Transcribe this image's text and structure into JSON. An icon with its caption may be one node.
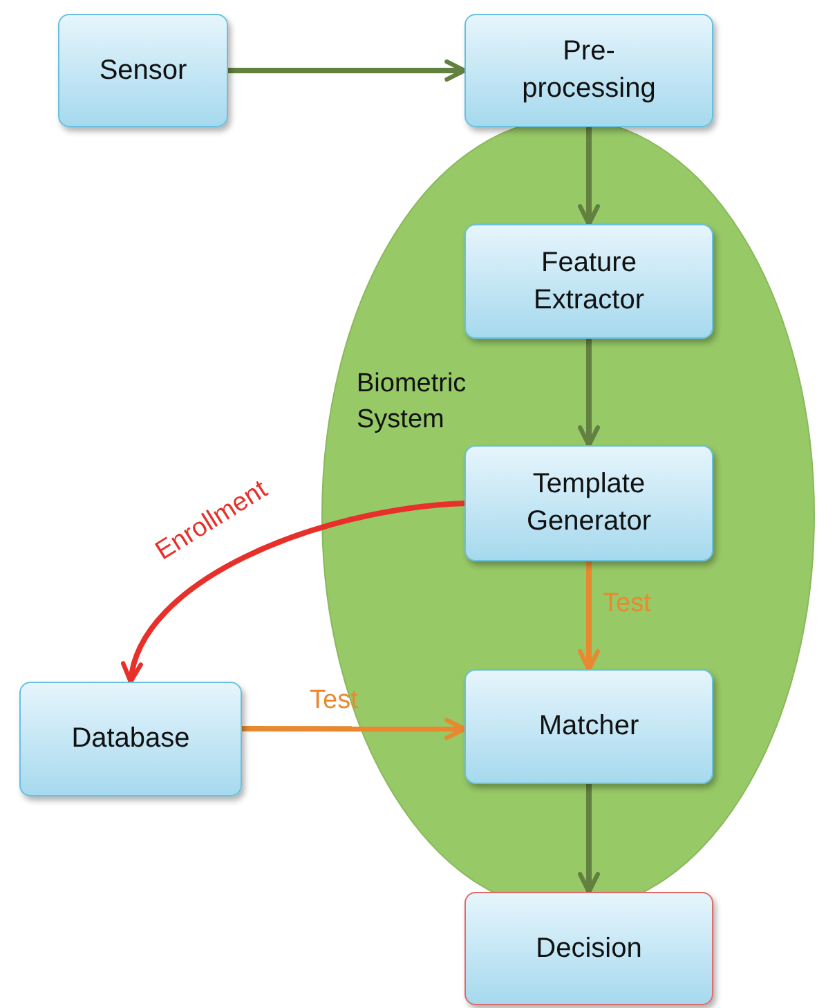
{
  "diagram": {
    "nodes": [
      {
        "text": [
          "Sensor"
        ]
      },
      {
        "text": [
          "Pre-processing"
        ]
      },
      {
        "text": [
          "Biometric System"
        ]
      },
      {
        "text": [
          "Feature Extractor"
        ],
        "in": 2
      },
      {
        "text": [
          "Template Generator"
        ],
        "in": 2
      },
      {
        "text": [
          "Database"
        ]
      },
      {
        "text": [
          "Matcher"
        ],
        "in": 2
      },
      {
        "text": [
          "Decision"
        ]
      }
    ],
    "edges": [
      {
        "from": 0,
        "to": 1,
        "arrow": "to"
      },
      {
        "from": 1,
        "to": 3,
        "arrow": "to"
      },
      {
        "from": 3,
        "to": 4,
        "arrow": "to"
      },
      {
        "from": 4,
        "to": 5,
        "arrow": "to",
        "label": "Enrollment",
        "color": "#e8302a"
      },
      {
        "from": 4,
        "to": 6,
        "arrow": "to",
        "label": "Test",
        "color": "#e8892f"
      },
      {
        "from": 5,
        "to": 6,
        "arrow": "to",
        "label": "Test",
        "color": "#e8892f"
      },
      {
        "from": 6,
        "to": 7,
        "arrow": "to"
      }
    ]
  }
}
